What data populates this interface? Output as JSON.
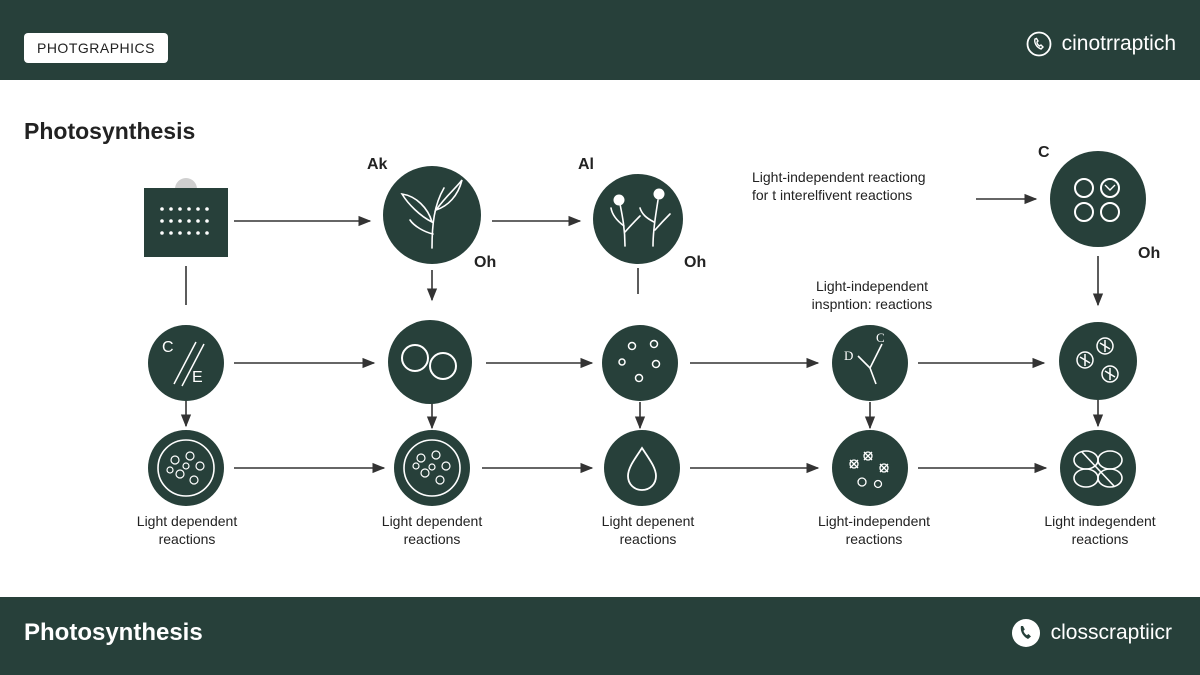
{
  "header": {
    "badge": "PHOTGRAPHICS",
    "brand_text": "cinotrraptich",
    "brand_icon": "phone-icon"
  },
  "main": {
    "title": "Photosynthesis",
    "top_labels": {
      "ak": "Ak",
      "al": "Al",
      "c": "C",
      "oh_1": "Oh",
      "oh_2": "Oh",
      "oh_3": "Oh"
    },
    "annotations": {
      "top_right_line1": "Light-independent reactiong",
      "top_right_line2": "for t interelfivent reactions",
      "mid_line1": "Light-independent",
      "mid_line2": "inspntion: reactions"
    },
    "node_text": {
      "ce_top": "C",
      "ce_bottom": "E",
      "d": "D",
      "c_small": "C"
    },
    "bottom_labels": [
      {
        "line1": "Light dependent",
        "line2": "reactions"
      },
      {
        "line1": "Light dependent",
        "line2": "reactions"
      },
      {
        "line1": "Light depenent",
        "line2": "reactions"
      },
      {
        "line1": "Light-independent",
        "line2": "reactions"
      },
      {
        "line1": "Light indegendent",
        "line2": "reactions"
      }
    ]
  },
  "footer": {
    "title": "Photosynthesis",
    "brand_text": "closscraptiicr",
    "brand_icon": "phone-icon"
  },
  "colors": {
    "bar": "#27403a",
    "node": "#27403a",
    "arrow": "#333333",
    "icon": "#ffffff"
  }
}
